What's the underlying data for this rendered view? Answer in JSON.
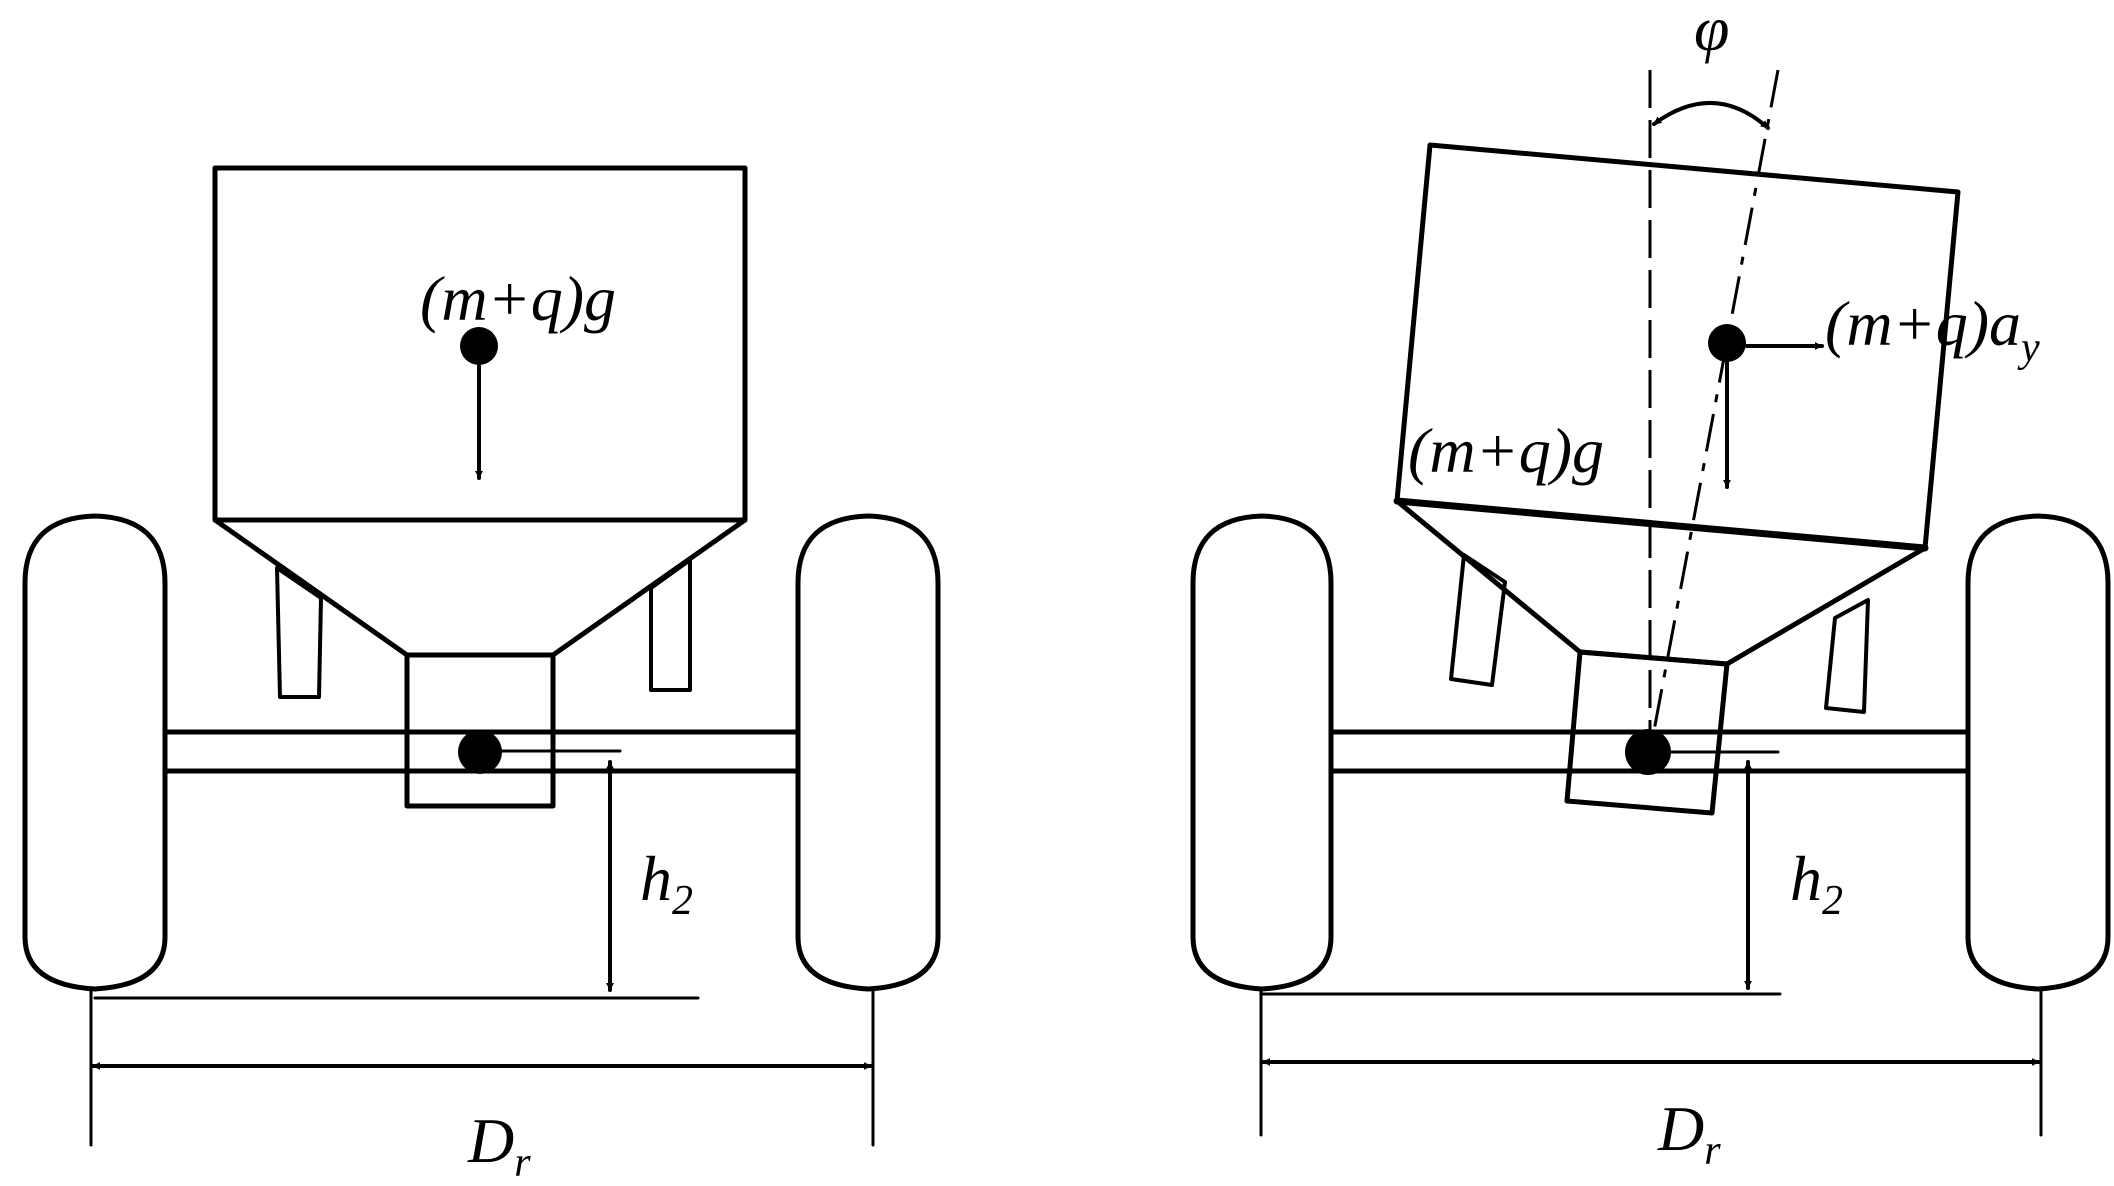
{
  "left_panel": {
    "weight_label": "(m+q)g",
    "height_label": "h",
    "height_sub": "2",
    "track_label": "D",
    "track_sub": "r"
  },
  "right_panel": {
    "angle_label": "φ",
    "inertial_label": "(m+q)a",
    "inertial_sub": "y",
    "weight_label": "(m+q)g",
    "height_label": "h",
    "height_sub": "2",
    "track_label": "D",
    "track_sub": "r"
  }
}
